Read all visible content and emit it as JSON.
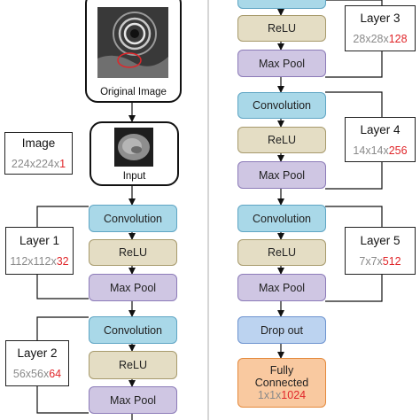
{
  "left": {
    "original_image_label": "Original Image",
    "input_label": "Input",
    "image_box": {
      "title": "Image",
      "d1": "224",
      "x1": "x",
      "d2": "224",
      "x2": "x",
      "d3": "1"
    },
    "layer1": {
      "title": "Layer 1",
      "d1": "112",
      "x1": "x",
      "d2": "112",
      "x2": "x",
      "d3": "32"
    },
    "layer2": {
      "title": "Layer 2",
      "d1": "56",
      "x1": "x",
      "d2": "56",
      "x2": "x",
      "d3": "64"
    },
    "blocks": {
      "conv1": "Convolution",
      "relu1": "ReLU",
      "pool1": "Max Pool",
      "conv2": "Convolution",
      "relu2": "ReLU",
      "pool2": "Max Pool"
    }
  },
  "right": {
    "layer3": {
      "title": "Layer 3",
      "d1": "28",
      "x1": "x",
      "d2": "28",
      "x2": "x",
      "d3": "128"
    },
    "layer4": {
      "title": "Layer 4",
      "d1": "14",
      "x1": "x",
      "d2": "14",
      "x2": "x",
      "d3": "256"
    },
    "layer5": {
      "title": "Layer 5",
      "d1": "7",
      "x1": "x",
      "d2": "7",
      "x2": "x",
      "d3": "512"
    },
    "blocks": {
      "relu_top": "ReLU",
      "pool_top": "Max Pool",
      "conv4": "Convolution",
      "relu4": "ReLU",
      "pool4": "Max Pool",
      "conv5": "Convolution",
      "relu5": "ReLU",
      "pool5": "Max Pool",
      "dropout": "Drop out",
      "fc_line1": "Fully",
      "fc_line2": "Connected",
      "fc_d1": "1",
      "fc_x1": "x",
      "fc_d2": "1",
      "fc_x2": "x",
      "fc_d3": "1024"
    }
  },
  "colors": {
    "convolution": "#a9d8e8",
    "relu": "#e4ddc4",
    "max_pool": "#cfc6e3",
    "drop_out": "#bcd3f0",
    "fully_connected": "#f9c9a0",
    "highlight": "#e0262a",
    "dim_text": "#8a8a8a"
  }
}
